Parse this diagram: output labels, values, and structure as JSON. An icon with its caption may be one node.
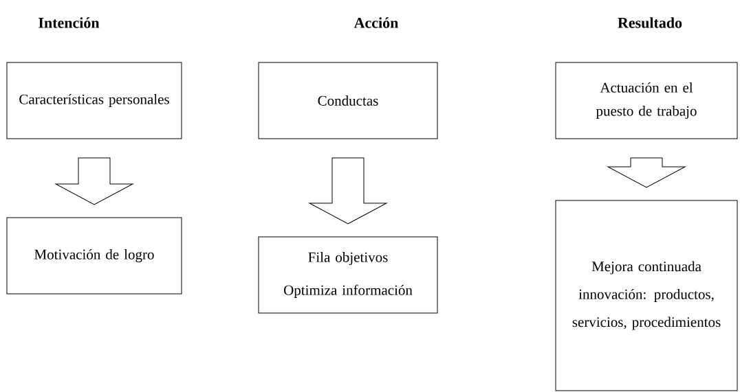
{
  "diagram": {
    "nodes": [
      {
        "text": [
          "Características personales"
        ]
      },
      {
        "text": [
          "Conductas"
        ]
      },
      {
        "text": [
          "Actuación en el puesto de trabajo"
        ]
      },
      {
        "text": [
          "Motivación de logro"
        ]
      },
      {
        "text": [
          "Fila objetivos",
          "Optimiza información"
        ]
      },
      {
        "text": [
          "Mejora continuada innovación: productos, servicios, procedimientos"
        ]
      }
    ],
    "edges": [
      {
        "from": 0,
        "to": 3,
        "arrow": "to"
      },
      {
        "from": 1,
        "to": 4,
        "arrow": "to"
      },
      {
        "from": 2,
        "to": 5,
        "arrow": "to"
      }
    ],
    "labels": [
      "Intención",
      "Acción",
      "Resultado"
    ]
  }
}
